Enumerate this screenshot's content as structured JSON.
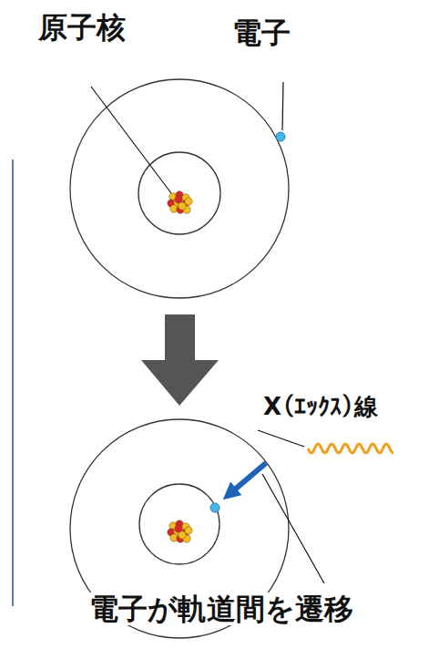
{
  "diagram": {
    "labels": [
      "原子核",
      "電子",
      "X（ｴｯｸｽ）線",
      "電子が軌道間を遷移"
    ]
  }
}
